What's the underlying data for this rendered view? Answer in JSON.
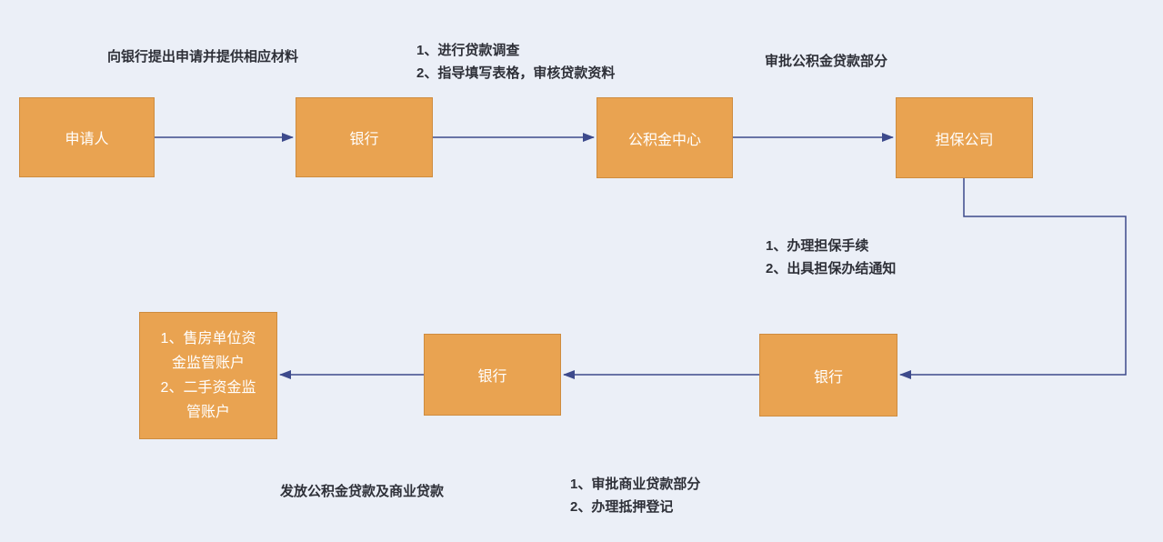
{
  "colors": {
    "background": "#EBEFF7",
    "node_fill": "#E9A351",
    "node_border": "#CE8C3F",
    "node_text": "#FFFFFF",
    "connector": "#3D4A8C",
    "annotation_text": "#2E3038"
  },
  "nodes": {
    "applicant": {
      "label": "申请人"
    },
    "bank_top": {
      "label": "银行"
    },
    "fund_center": {
      "label": "公积金中心"
    },
    "guarantee_company": {
      "label": "担保公司"
    },
    "bank_right": {
      "label": "银行"
    },
    "bank_middle": {
      "label": "银行"
    },
    "accounts": {
      "lines": [
        "1、售房单位资",
        "金监管账户",
        "2、二手资金监",
        "管账户"
      ]
    }
  },
  "annotations": {
    "apply": {
      "lines": [
        "向银行提出申请并提供相应材料"
      ]
    },
    "loan_survey": {
      "lines": [
        "1、进行贷款调查",
        "2、指导填写表格，审核贷款资料"
      ]
    },
    "approve_fund": {
      "lines": [
        "审批公积金贷款部分"
      ]
    },
    "guarantee_steps": {
      "lines": [
        "1、办理担保手续",
        "2、出具担保办结通知"
      ]
    },
    "disburse": {
      "lines": [
        "发放公积金贷款及商业贷款"
      ]
    },
    "commercial_steps": {
      "lines": [
        "1、审批商业贷款部分",
        "2、办理抵押登记"
      ]
    }
  }
}
